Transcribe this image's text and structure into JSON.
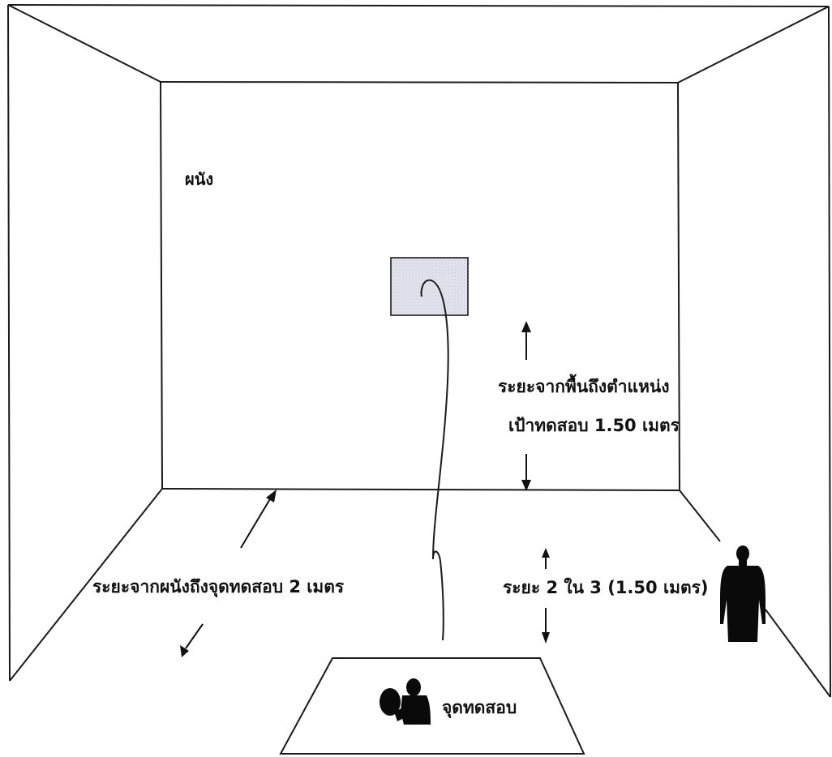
{
  "labels": {
    "wall": "ผนัง",
    "height_line1": "ระยะจากพื้นถึงตำแหน่ง",
    "height_line2": "เป้าทดสอบ 1.50 เมตร",
    "distance": "ระยะจากผนังถึงจุดทดสอบ  2  เมตร",
    "ratio": "ระยะ 2 ใน 3 (1.50 เมตร)",
    "test_point": "จุดทดสอบ"
  },
  "colors": {
    "line": "#1a1a1a",
    "target_fill": "#e9e9f2",
    "silhouette": "#0a0a0a",
    "background": "#ffffff"
  },
  "icons": {
    "target": "target-rectangle",
    "arrows": "arrow-icon",
    "person": "standing-person-silhouette",
    "shooter": "player-holding-ball-silhouette"
  }
}
